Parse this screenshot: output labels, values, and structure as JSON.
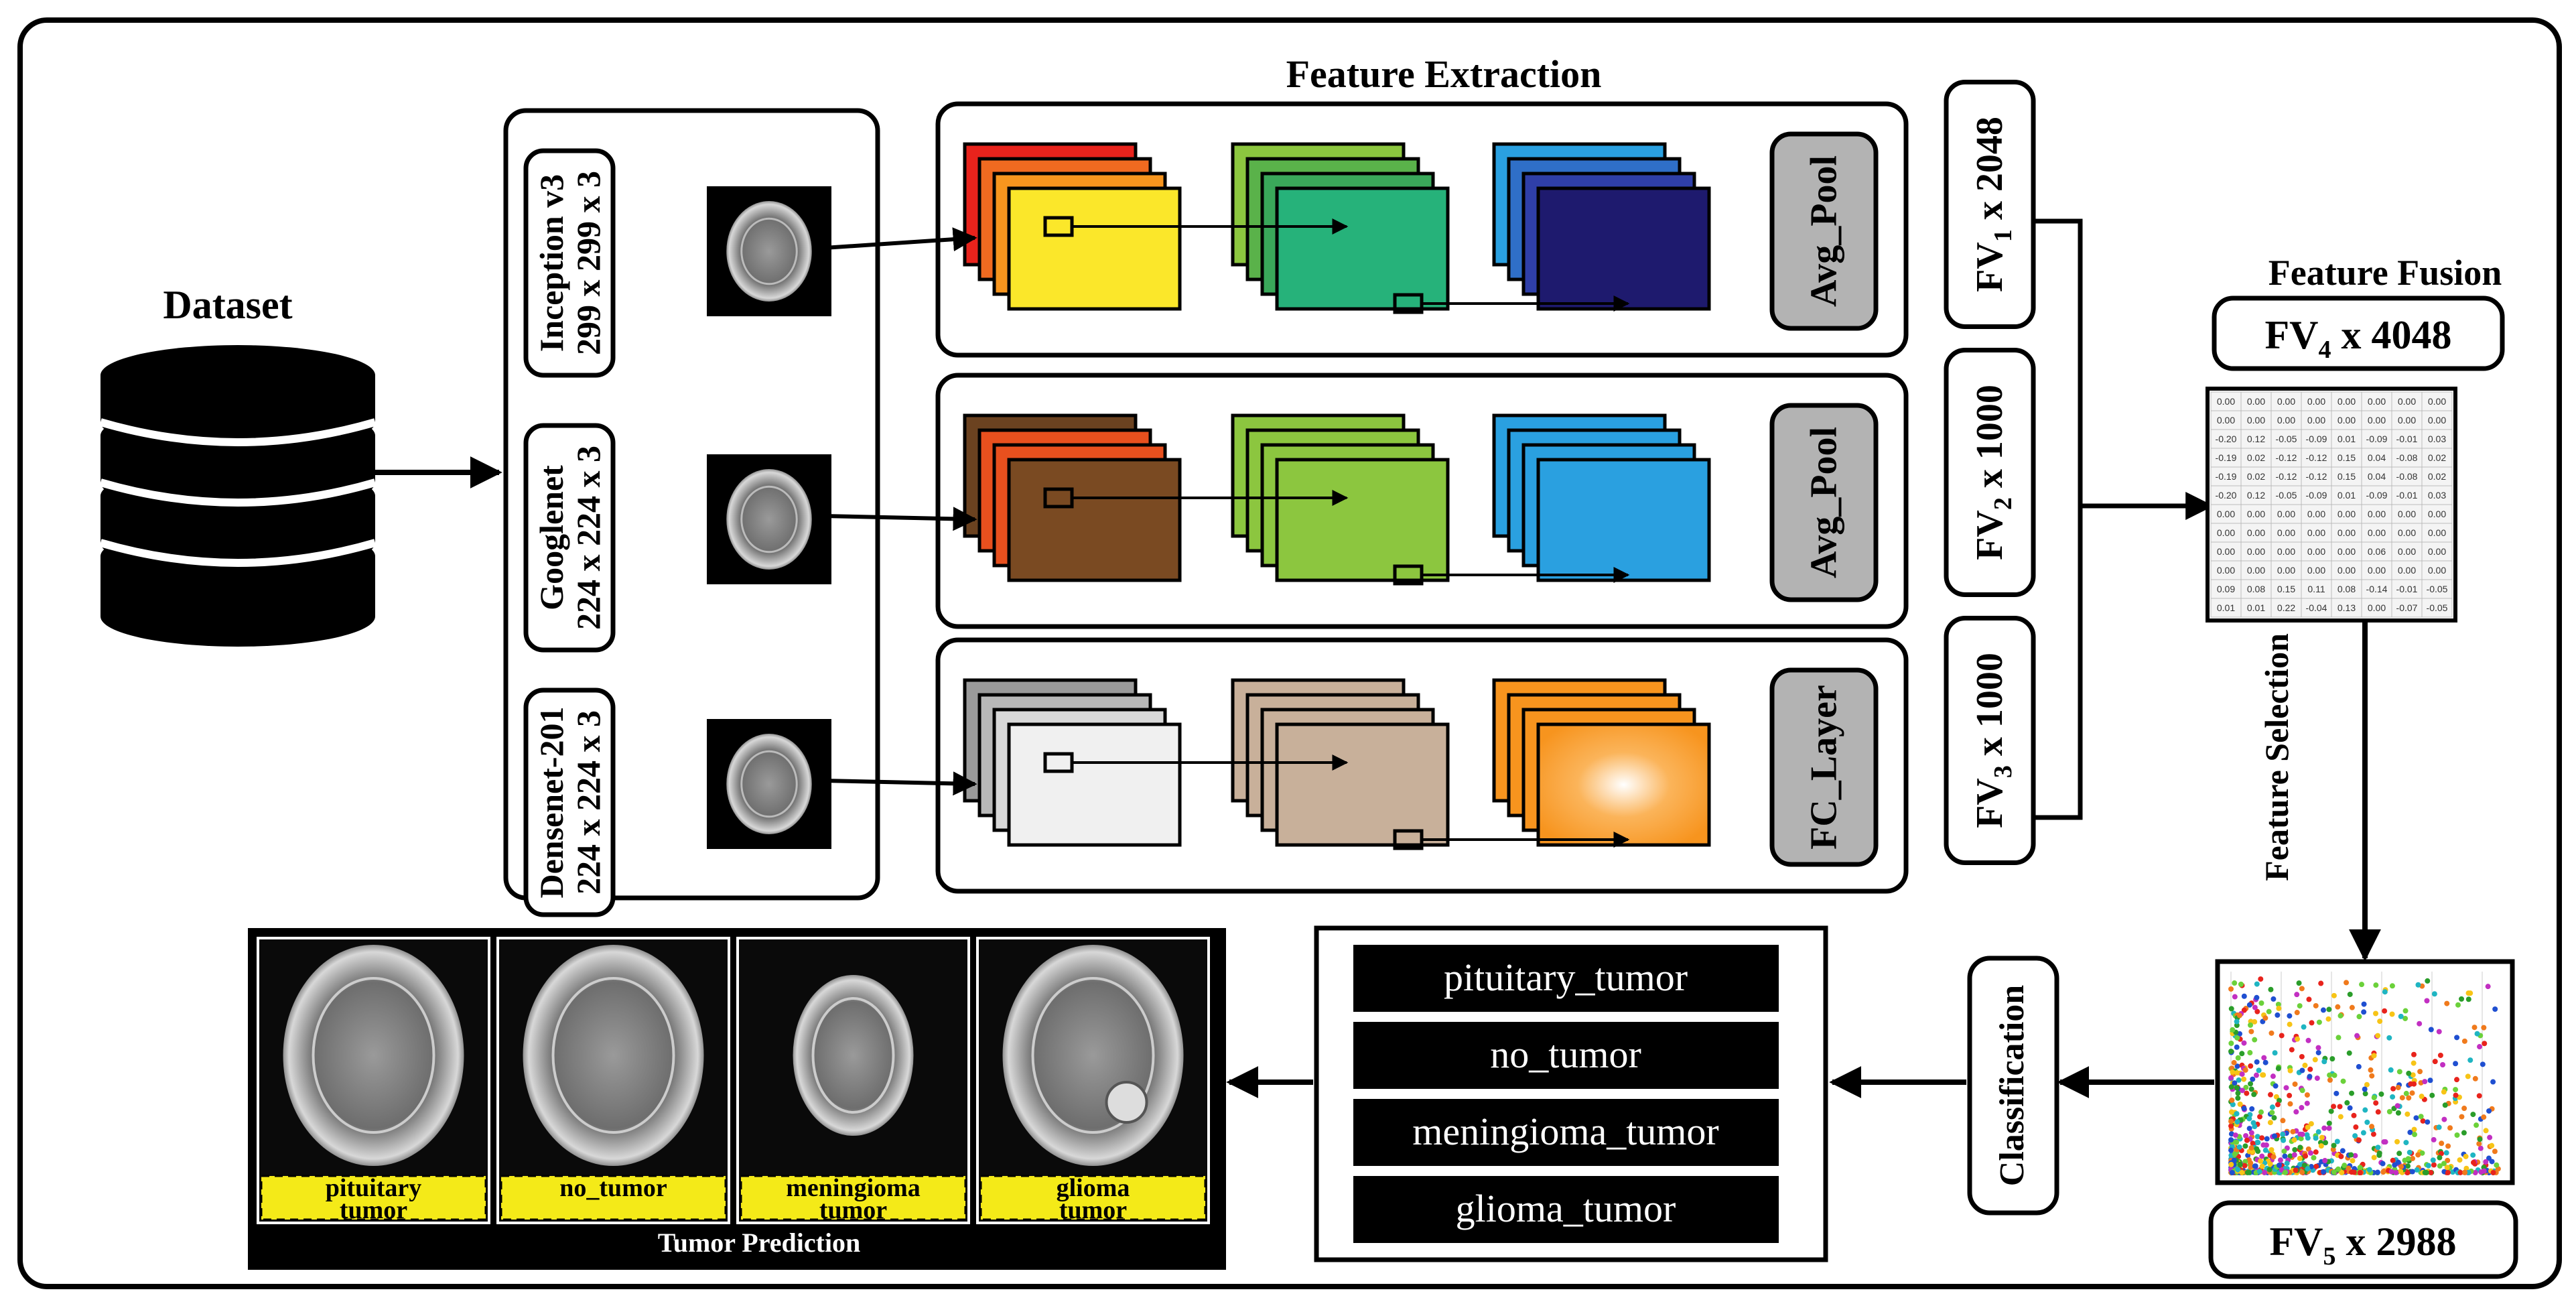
{
  "titles": {
    "dataset": "Dataset",
    "feature_extraction": "Feature Extraction",
    "feature_fusion": "Feature Fusion",
    "feature_selection": "Feature Selection",
    "classification": "Classification",
    "tumor_prediction": "Tumor Prediction"
  },
  "models": [
    {
      "name": "Inception v3",
      "size": "299 x 299 x 3",
      "pool": "Avg_Pool",
      "fv_main": "FV",
      "fv_sub": "1",
      "fv_dim": " x 2048"
    },
    {
      "name": "Googlenet",
      "size": "224 x 224 x 3",
      "pool": "Avg_Pool",
      "fv_main": "FV",
      "fv_sub": "2",
      "fv_dim": " x 1000"
    },
    {
      "name": "Densenet-201",
      "size": "224 x 224 x 3",
      "pool": "FC_Layer",
      "fv_main": "FV",
      "fv_sub": "3",
      "fv_dim": " x 1000"
    }
  ],
  "fusion": {
    "fv_main": "FV",
    "fv_sub": "4",
    "fv_dim": " x 4048"
  },
  "selected": {
    "fv_main": "FV",
    "fv_sub": "5",
    "fv_dim": " x 2988"
  },
  "classes": [
    "pituitary_tumor",
    "no_tumor",
    "meningioma_tumor",
    "glioma_tumor"
  ],
  "predictions": [
    {
      "line1": "pituitary",
      "line2": "tumor"
    },
    {
      "line1": "no_tumor",
      "line2": ""
    },
    {
      "line1": "meningioma",
      "line2": "tumor"
    },
    {
      "line1": "glioma",
      "line2": "tumor"
    }
  ],
  "fusion_matrix": [
    [
      "0.00",
      "0.00",
      "0.00",
      "0.00",
      "0.00",
      "0.00",
      "0.00",
      "0.00"
    ],
    [
      "0.00",
      "0.00",
      "0.00",
      "0.00",
      "0.00",
      "0.00",
      "0.00",
      "0.00"
    ],
    [
      "-0.20",
      "0.12",
      "-0.05",
      "-0.09",
      "0.01",
      "-0.09",
      "-0.01",
      "0.03"
    ],
    [
      "-0.19",
      "0.02",
      "-0.12",
      "-0.12",
      "0.15",
      "0.04",
      "-0.08",
      "0.02"
    ],
    [
      "-0.19",
      "0.02",
      "-0.12",
      "-0.12",
      "0.15",
      "0.04",
      "-0.08",
      "0.02"
    ],
    [
      "-0.20",
      "0.12",
      "-0.05",
      "-0.09",
      "0.01",
      "-0.09",
      "-0.01",
      "0.03"
    ],
    [
      "0.00",
      "0.00",
      "0.00",
      "0.00",
      "0.00",
      "0.00",
      "0.00",
      "0.00"
    ],
    [
      "0.00",
      "0.00",
      "0.00",
      "0.00",
      "0.00",
      "0.00",
      "0.00",
      "0.00"
    ],
    [
      "0.00",
      "0.00",
      "0.00",
      "0.00",
      "0.00",
      "0.06",
      "0.00",
      "0.00"
    ],
    [
      "0.00",
      "0.00",
      "0.00",
      "0.00",
      "0.00",
      "0.00",
      "0.00",
      "0.00"
    ],
    [
      "0.09",
      "0.08",
      "0.15",
      "0.11",
      "0.08",
      "-0.14",
      "-0.01",
      "-0.05"
    ],
    [
      "0.01",
      "0.01",
      "0.22",
      "-0.04",
      "0.13",
      "0.00",
      "-0.07",
      "-0.05"
    ]
  ],
  "colors": {
    "inception": [
      "#e8231c",
      "#f06a20",
      "#f7951e",
      "#fbe72a"
    ],
    "googlenet": [
      "#6b4220",
      "#e8501e",
      "#e8501e",
      "#7a4a22"
    ],
    "densenet": [
      "#9a9a9a",
      "#b8b8b8",
      "#d8d8d8",
      "#f0f0f0"
    ],
    "green": [
      "#8cc63f",
      "#5ab24a",
      "#3aa85a",
      "#26b27a"
    ],
    "lime": [
      "#8cc63f",
      "#8cc63f",
      "#8cc63f",
      "#8cc63f"
    ],
    "blue1": [
      "#2aa0e0",
      "#2f6fc8",
      "#2f3fa8",
      "#1e1a6e"
    ],
    "blue2": [
      "#2aa0e0",
      "#2aa0e0",
      "#2aa0e0",
      "#2aa0e0"
    ],
    "tan": [
      "#c8b09a",
      "#c8b09a",
      "#c8b09a",
      "#c8b09a"
    ],
    "orange": [
      "#f7941e",
      "#f7941e",
      "#f7941e",
      "#f7941e"
    ],
    "pool_fill": "#b3b3b3",
    "highlight": "#f4ea18"
  }
}
